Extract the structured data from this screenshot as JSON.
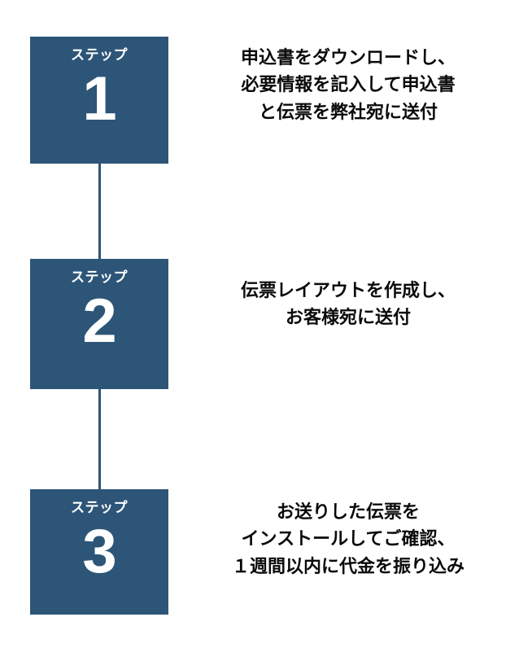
{
  "theme": {
    "badge_color": "#2D5578",
    "connector_color": "#2D5578",
    "badge_text_color": "#FFFFFF",
    "body_text_color": "#0A0A0A",
    "background_color": "#FFFFFF"
  },
  "steps": [
    {
      "label": "ステップ",
      "number": "1",
      "lines": [
        "申込書をダウンロードし、",
        "必要情報を記入して申込書",
        "と伝票を弊社宛に送付"
      ]
    },
    {
      "label": "ステップ",
      "number": "2",
      "lines": [
        "伝票レイアウトを作成し、",
        "お客様宛に送付"
      ]
    },
    {
      "label": "ステップ",
      "number": "3",
      "lines": [
        "お送りした伝票を",
        "インストールしてご確認、",
        "１週間以内に代金を振り込み"
      ]
    }
  ]
}
